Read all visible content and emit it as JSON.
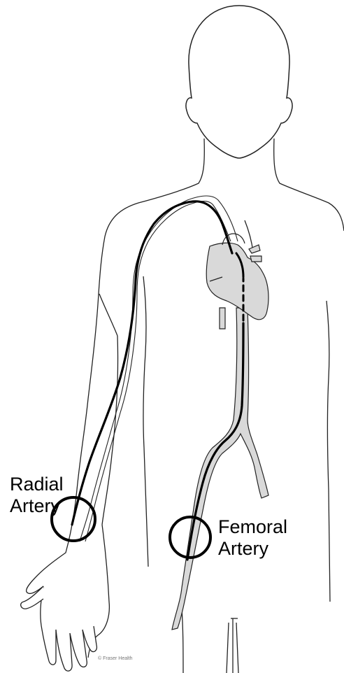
{
  "labels": {
    "radial_line1": "Radial",
    "radial_line2": "Artery",
    "femoral_line1": "Femoral",
    "femoral_line2": "Artery"
  },
  "credit": "© Fraser Health",
  "colors": {
    "outline": "#000000",
    "vessel_fill": "#d9d9d9",
    "heart_fill": "#d9d9d9",
    "catheter": "#000000",
    "background": "#ffffff"
  },
  "icons": {
    "body": "human-body-outline-icon",
    "heart": "heart-icon",
    "target": "circle-marker-icon"
  }
}
